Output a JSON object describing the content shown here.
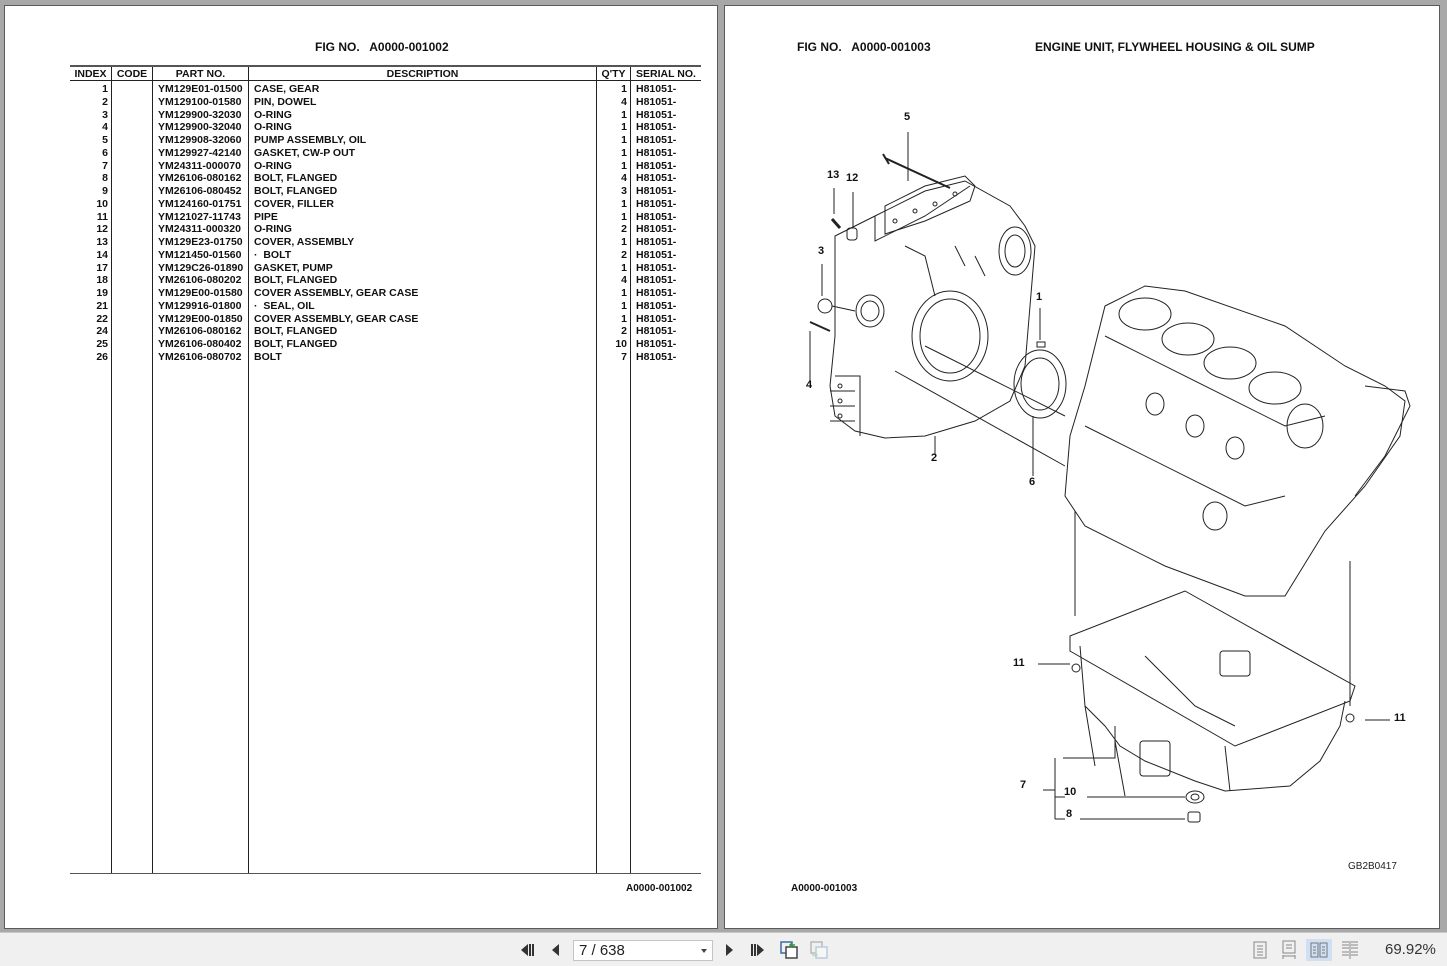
{
  "left_page": {
    "fig_label": "FIG NO.   A0000-001002",
    "columns": [
      "INDEX",
      "CODE",
      "PART NO.",
      "DESCRIPTION",
      "Q'TY",
      "SERIAL NO."
    ],
    "rows": [
      {
        "index": "1",
        "code": "",
        "part_no": "YM129E01-01500",
        "description": "CASE, GEAR",
        "qty": "1",
        "serial": "H81051-"
      },
      {
        "index": "2",
        "code": "",
        "part_no": "YM129100-01580",
        "description": "PIN, DOWEL",
        "qty": "4",
        "serial": "H81051-"
      },
      {
        "index": "3",
        "code": "",
        "part_no": "YM129900-32030",
        "description": "O-RING",
        "qty": "1",
        "serial": "H81051-"
      },
      {
        "index": "4",
        "code": "",
        "part_no": "YM129900-32040",
        "description": "O-RING",
        "qty": "1",
        "serial": "H81051-"
      },
      {
        "index": "5",
        "code": "",
        "part_no": "YM129908-32060",
        "description": "PUMP ASSEMBLY, OIL",
        "qty": "1",
        "serial": "H81051-"
      },
      {
        "index": "6",
        "code": "",
        "part_no": "YM129927-42140",
        "description": "GASKET, CW-P OUT",
        "qty": "1",
        "serial": "H81051-"
      },
      {
        "index": "7",
        "code": "",
        "part_no": "YM24311-000070",
        "description": "O-RING",
        "qty": "1",
        "serial": "H81051-"
      },
      {
        "index": "8",
        "code": "",
        "part_no": "YM26106-080162",
        "description": "BOLT, FLANGED",
        "qty": "4",
        "serial": "H81051-"
      },
      {
        "index": "9",
        "code": "",
        "part_no": "YM26106-080452",
        "description": "BOLT, FLANGED",
        "qty": "3",
        "serial": "H81051-"
      },
      {
        "index": "10",
        "code": "",
        "part_no": "YM124160-01751",
        "description": "COVER, FILLER",
        "qty": "1",
        "serial": "H81051-"
      },
      {
        "index": "11",
        "code": "",
        "part_no": "YM121027-11743",
        "description": "PIPE",
        "qty": "1",
        "serial": "H81051-"
      },
      {
        "index": "12",
        "code": "",
        "part_no": "YM24311-000320",
        "description": "O-RING",
        "qty": "2",
        "serial": "H81051-"
      },
      {
        "index": "13",
        "code": "",
        "part_no": "YM129E23-01750",
        "description": "COVER, ASSEMBLY",
        "qty": "1",
        "serial": "H81051-"
      },
      {
        "index": "14",
        "code": "",
        "part_no": "YM121450-01560",
        "description": "·  BOLT",
        "qty": "2",
        "serial": "H81051-"
      },
      {
        "index": "17",
        "code": "",
        "part_no": "YM129C26-01890",
        "description": "GASKET, PUMP",
        "qty": "1",
        "serial": "H81051-"
      },
      {
        "index": "18",
        "code": "",
        "part_no": "YM26106-080202",
        "description": "BOLT, FLANGED",
        "qty": "4",
        "serial": "H81051-"
      },
      {
        "index": "19",
        "code": "",
        "part_no": "YM129E00-01580",
        "description": "COVER ASSEMBLY, GEAR CASE",
        "qty": "1",
        "serial": "H81051-"
      },
      {
        "index": "21",
        "code": "",
        "part_no": "YM129916-01800",
        "description": "·  SEAL, OIL",
        "qty": "1",
        "serial": "H81051-"
      },
      {
        "index": "22",
        "code": "",
        "part_no": "YM129E00-01850",
        "description": "COVER ASSEMBLY, GEAR CASE",
        "qty": "1",
        "serial": "H81051-"
      },
      {
        "index": "24",
        "code": "",
        "part_no": "YM26106-080162",
        "description": "BOLT, FLANGED",
        "qty": "2",
        "serial": "H81051-"
      },
      {
        "index": "25",
        "code": "",
        "part_no": "YM26106-080402",
        "description": "BOLT, FLANGED",
        "qty": "10",
        "serial": "H81051-"
      },
      {
        "index": "26",
        "code": "",
        "part_no": "YM26106-080702",
        "description": "BOLT",
        "qty": "7",
        "serial": "H81051-"
      }
    ],
    "footer_code": "A0000-001002"
  },
  "right_page": {
    "fig_label": "FIG NO.   A0000-001003",
    "title": "ENGINE UNIT, FLYWHEEL HOUSING & OIL SUMP",
    "callouts": [
      "5",
      "13",
      "12",
      "3",
      "1",
      "4",
      "2",
      "6",
      "11",
      "11",
      "7",
      "10",
      "8"
    ],
    "illustration_code": "GB2B0417",
    "footer_code": "A0000-001003"
  },
  "toolbar": {
    "first_page": "first-page-icon",
    "prev_page": "previous-page-icon",
    "page_indicator": "7 / 638",
    "next_page": "next-page-icon",
    "last_page": "last-page-icon",
    "zoom_level": "69.92%",
    "accent_color": "#cfe0f5"
  }
}
